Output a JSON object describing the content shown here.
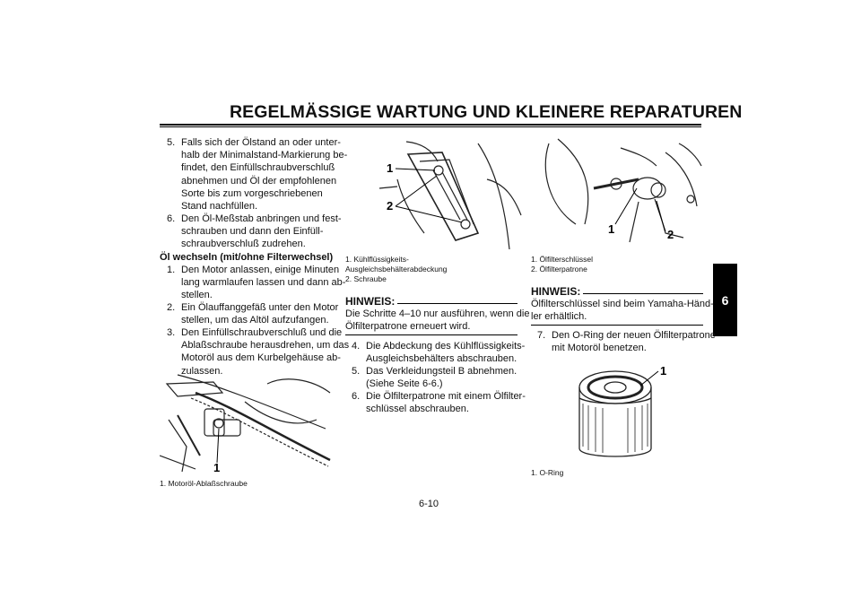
{
  "header": {
    "title": "REGELMÄSSIGE WARTUNG UND KLEINERE REPARATUREN"
  },
  "side_tab": {
    "label": "6"
  },
  "page_number": "6-10",
  "col1": {
    "step5": {
      "num": "5.",
      "lines": [
        "Falls sich der Ölstand an oder unter-",
        "halb der Minimalstand-Markierung be-",
        "findet, den Einfüllschraubverschluß",
        "abnehmen und Öl der empfohlenen",
        "Sorte bis zum vorgeschriebenen",
        "Stand nachfüllen."
      ]
    },
    "step6": {
      "num": "6.",
      "lines": [
        "Den Öl-Meßstab anbringen und fest-",
        "schrauben und dann den Einfüll-",
        "schraubverschluß zudrehen."
      ]
    },
    "section_title": "Öl wechseln (mit/ohne Filterwechsel)",
    "step1": {
      "num": "1.",
      "lines": [
        "Den Motor anlassen, einige Minuten",
        "lang warmlaufen lassen und dann ab-",
        "stellen."
      ]
    },
    "step2": {
      "num": "2.",
      "lines": [
        "Ein Ölauffanggefäß unter den Motor",
        "stellen, um das Altöl aufzufangen."
      ]
    },
    "step3": {
      "num": "3.",
      "lines": [
        "Den Einfüllschraubverschluß und die",
        "Ablaßschraube herausdrehen, um das",
        "Motoröl aus dem Kurbelgehäuse ab-",
        "zulassen."
      ]
    },
    "figure": {
      "callout": "1",
      "captions": [
        "1. Motoröl-Ablaßschraube"
      ]
    }
  },
  "col2": {
    "figure": {
      "callouts": [
        "1",
        "2"
      ],
      "captions": [
        "1. Kühlflüssigkeits-",
        "    Ausgleichsbehälterabdeckung",
        "2. Schraube"
      ]
    },
    "note": {
      "title": "HINWEIS:",
      "lines": [
        "Die Schritte 4–10 nur ausführen, wenn die",
        "Ölfilterpatrone erneuert wird."
      ]
    },
    "step4": {
      "num": "4.",
      "lines": [
        "Die Abdeckung des Kühlflüssigkeits-",
        "Ausgleichsbehälters abschrauben."
      ]
    },
    "step5": {
      "num": "5.",
      "lines": [
        "Das Verkleidungsteil B abnehmen.",
        "(Siehe Seite 6-6.)"
      ]
    },
    "step6": {
      "num": "6.",
      "lines": [
        "Die Ölfilterpatrone mit einem Ölfilter-",
        "schlüssel abschrauben."
      ]
    }
  },
  "col3": {
    "figure": {
      "callouts": [
        "1",
        "2"
      ],
      "captions": [
        "1. Ölfilterschlüssel",
        "2. Ölfilterpatrone"
      ]
    },
    "note": {
      "title": "HINWEIS:",
      "lines": [
        "Ölfilterschlüssel sind beim Yamaha-Händ-",
        "ler erhältlich."
      ]
    },
    "step7": {
      "num": "7.",
      "lines": [
        "Den O-Ring der neuen Ölfilterpatrone",
        "mit Motoröl benetzen."
      ]
    },
    "figure2": {
      "callout": "1",
      "captions": [
        "1. O-Ring"
      ]
    }
  }
}
